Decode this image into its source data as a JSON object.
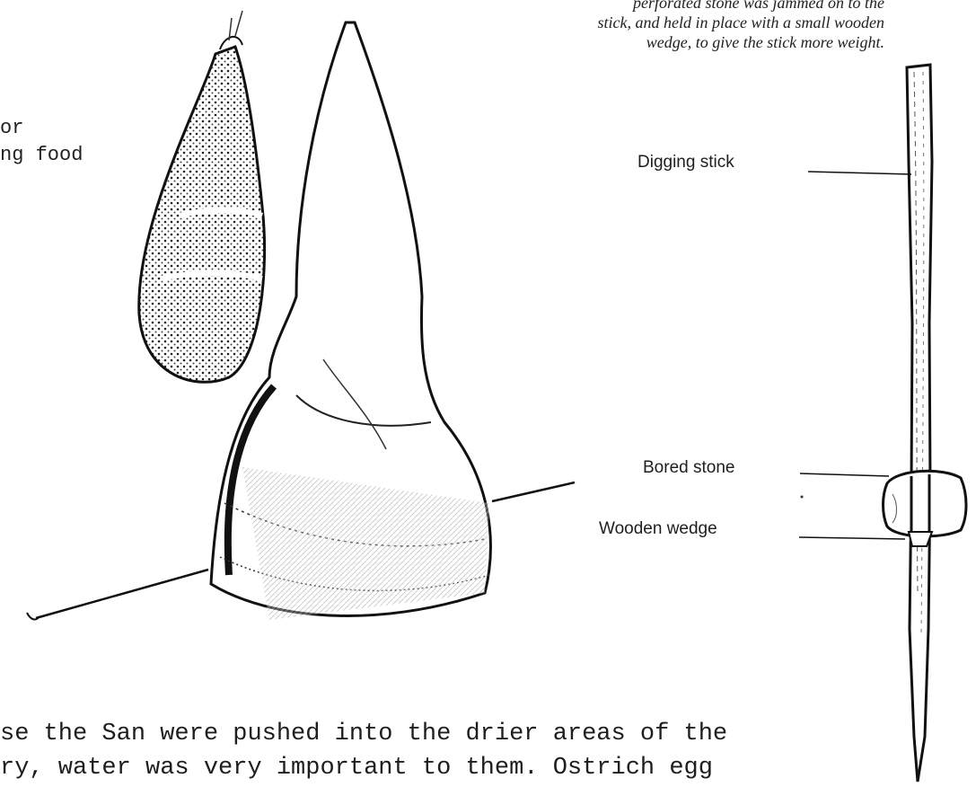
{
  "caption": {
    "line1": "perforated stone was jammed on to the",
    "line2": "stick, and held in place with a small wooden",
    "line3": "wedge, to give the stick more weight."
  },
  "left_text": {
    "line1": "or",
    "line2": "ng food"
  },
  "labels": {
    "digging_stick": "Digging stick",
    "bored_stone": "Bored stone",
    "wooden_wedge": "Wooden wedge"
  },
  "body": {
    "line1": "se the  San were pushed into the drier areas of the",
    "line2": "ry, water was very important to them.   Ostrich egg"
  }
}
